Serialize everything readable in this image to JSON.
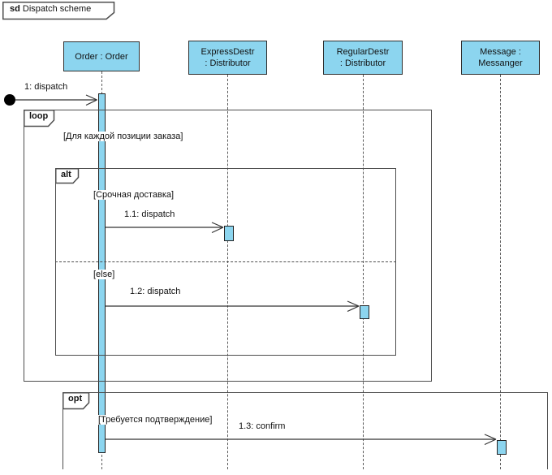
{
  "frame": {
    "keyword": "sd",
    "title": "Dispatch scheme"
  },
  "lifelines": [
    {
      "id": "order",
      "line1": "Order : Order",
      "line2": ""
    },
    {
      "id": "express",
      "line1": "ExpressDestr",
      "line2": ": Distributor"
    },
    {
      "id": "regular",
      "line1": "RegularDestr",
      "line2": ": Distributor"
    },
    {
      "id": "message",
      "line1": "Message :",
      "line2": "Messanger"
    }
  ],
  "fragments": [
    {
      "operator": "loop",
      "guard": "[Для каждой позиции заказа]"
    },
    {
      "operator": "alt",
      "guard1": "[Срочная доставка]",
      "guard2": "[else]"
    },
    {
      "operator": "opt",
      "guard": "[Требуется подтверждение]"
    }
  ],
  "messages": [
    {
      "label": "1: dispatch",
      "from": "found",
      "to": "Order"
    },
    {
      "label": "1.1: dispatch",
      "from": "Order",
      "to": "ExpressDestr"
    },
    {
      "label": "1.2: dispatch",
      "from": "Order",
      "to": "RegularDestr"
    },
    {
      "label": "1.3: confirm",
      "from": "Order",
      "to": "Message"
    }
  ],
  "colors": {
    "shape_fill": "#8CD5EF",
    "frame_border": "#4d4d4d",
    "message_line": "#333333",
    "lifeline_dash": "#5a5a5a"
  }
}
